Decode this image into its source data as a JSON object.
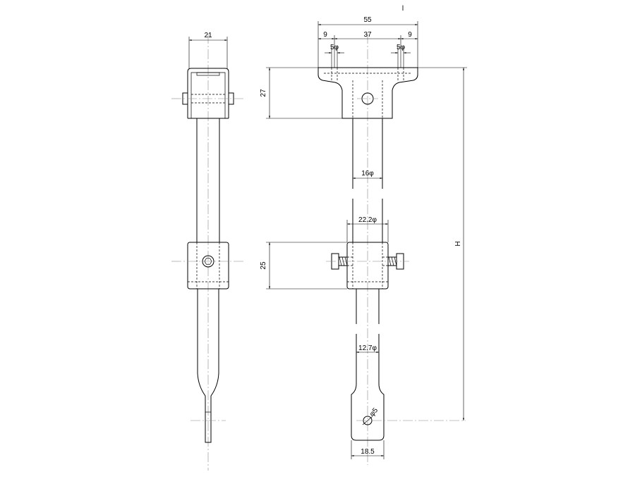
{
  "drawing": {
    "corner_mark": "l",
    "side_view": {
      "width_label": "21"
    },
    "front_view": {
      "overall_width_label": "55",
      "edge_left_label": "9",
      "hole_spacing_label": "37",
      "edge_right_label": "9",
      "hole_left_label": "5φ",
      "hole_right_label": "5φ",
      "bracket_height_label": "27",
      "rod_upper_dia_label": "16φ",
      "clamp_dia_label": "22.2φ",
      "clamp_height_label": "25",
      "overall_height_label": "H",
      "rod_lower_dia_label": "12.7φ",
      "foot_hole_label": "φ5",
      "foot_width_label": "18.5"
    }
  }
}
